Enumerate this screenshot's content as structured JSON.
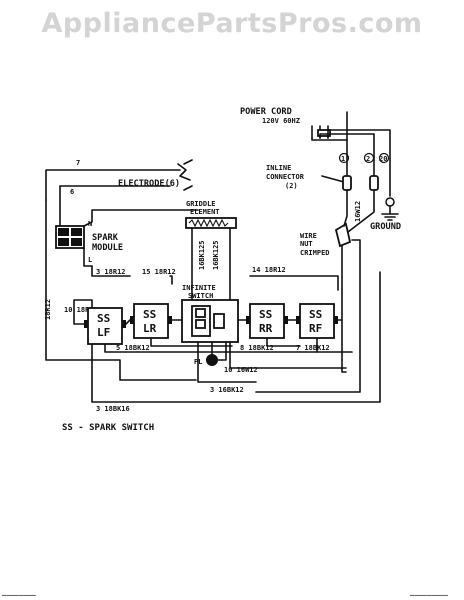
{
  "watermark": "AppliancePartsPros.com",
  "labels": {
    "power_cord": "POWER CORD",
    "power_rating": "120V 60HZ",
    "inline_connector": "INLINE",
    "connector": "CONNECTOR",
    "connector_count": "(2)",
    "ground": "GROUND",
    "wire_nut": "WIRE",
    "nut": "NUT",
    "crimped": "CRIMPED",
    "electrode": "ELECTRODE(6)",
    "spark": "SPARK",
    "module": "MODULE",
    "terminal_n": "N",
    "terminal_l": "L",
    "griddle": "GRIDDLE",
    "element": "ELEMENT",
    "infinite": "INFINITE",
    "switch": "SWITCH",
    "pl": "PL"
  },
  "switches": [
    {
      "top": "SS",
      "bottom": "LF"
    },
    {
      "top": "SS",
      "bottom": "LR"
    },
    {
      "top": "SS",
      "bottom": "RR"
    },
    {
      "top": "SS",
      "bottom": "RF"
    }
  ],
  "wire_ids": {
    "w1": "1",
    "w2": "2",
    "w20": "20",
    "w6": "6",
    "w7": "7",
    "v1": "16W12",
    "v2": "18R12",
    "v3": "16BK125",
    "v4": "16BK125",
    "lf_top": "3 18R12",
    "lr_top": "15 18R12",
    "rr_top": "14 18R12",
    "lf_left": "10 18R12",
    "lf_bottom": "5 18BK12",
    "rr_bottom": "8 18BK12",
    "rf_bottom": "7 18BK12",
    "pl": "10 16W12",
    "bottom1": "3 16BK12",
    "bottom2": "3 18BK16"
  },
  "caption": "SS - SPARK SWITCH",
  "footer": {
    "left": "________",
    "right": "_________"
  }
}
